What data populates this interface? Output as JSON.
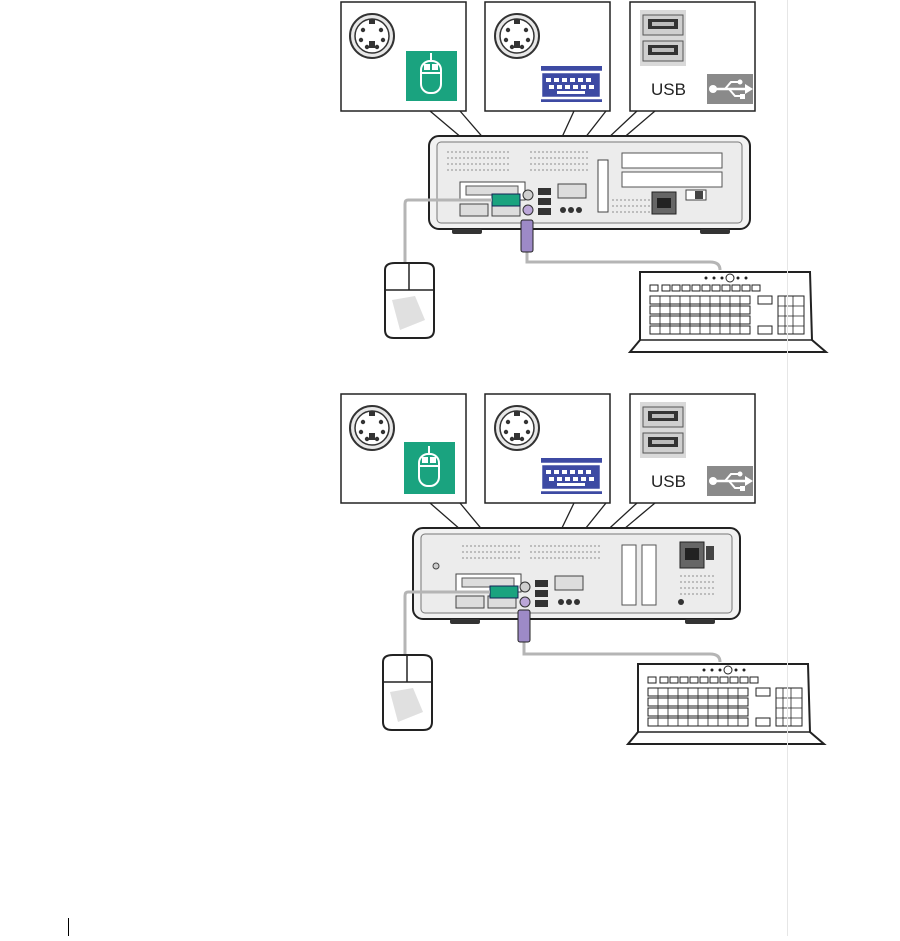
{
  "figures": [
    {
      "id": "desktop-horizontal",
      "callouts": {
        "mouse_port": {
          "icon": "mouse-icon",
          "color": "#1aa37f"
        },
        "keyboard_port": {
          "icon": "keyboard-icon",
          "color": "#3d4aa3"
        },
        "usb_ports": {
          "label": "USB",
          "icon": "usb-symbol-icon",
          "color": "#8a8a8a"
        }
      },
      "peripherals": [
        "mouse-icon",
        "keyboard-icon"
      ]
    },
    {
      "id": "desktop-small-form-factor",
      "callouts": {
        "mouse_port": {
          "icon": "mouse-icon",
          "color": "#1aa37f"
        },
        "keyboard_port": {
          "icon": "keyboard-icon",
          "color": "#3d4aa3"
        },
        "usb_ports": {
          "label": "USB",
          "icon": "usb-symbol-icon",
          "color": "#8a8a8a"
        }
      },
      "peripherals": [
        "mouse-icon",
        "keyboard-icon"
      ]
    }
  ]
}
